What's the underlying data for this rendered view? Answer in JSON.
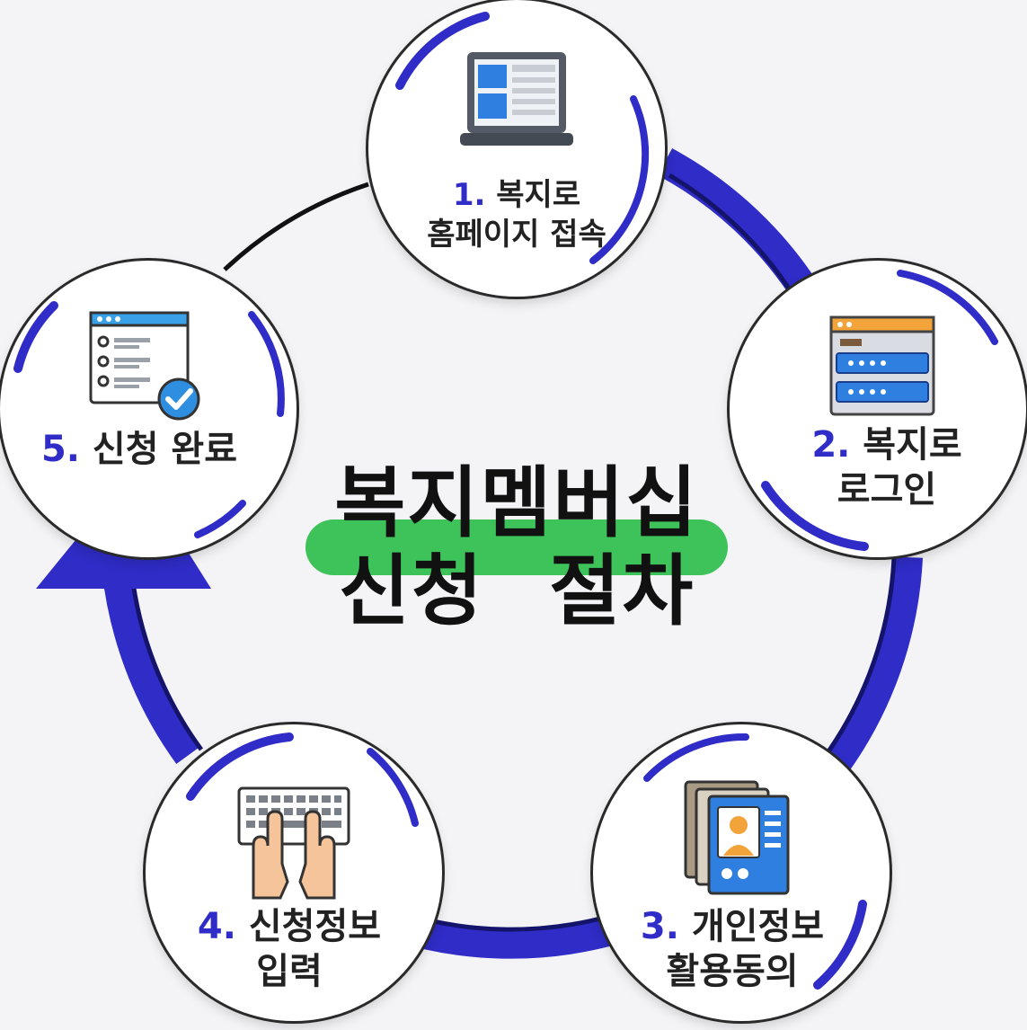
{
  "title": {
    "line1": "복지멤버십",
    "line2": "신청 절차"
  },
  "steps": [
    {
      "num": "1.",
      "line1": "복지로",
      "line2": "홈페이지 접속",
      "icon": "laptop-icon"
    },
    {
      "num": "2.",
      "line1": "복지로",
      "line2": "로그인",
      "icon": "login-window-icon"
    },
    {
      "num": "3.",
      "line1": "개인정보",
      "line2": "활용동의",
      "icon": "id-card-icon"
    },
    {
      "num": "4.",
      "line1": "신청정보",
      "line2": "입력",
      "icon": "typing-hands-icon"
    },
    {
      "num": "5.",
      "line1": "신청 완료",
      "line2": "",
      "icon": "checklist-complete-icon"
    }
  ],
  "colors": {
    "ring": "#2f2cc7",
    "accent_green": "#3ec25a",
    "step_number": "#2f2cc7",
    "text": "#222222"
  }
}
